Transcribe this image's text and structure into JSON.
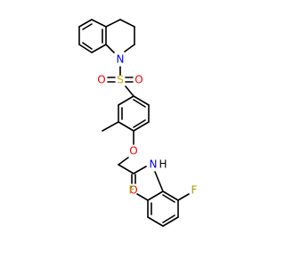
{
  "molecule": {
    "atoms": {
      "n_ring": "N",
      "s": "S",
      "o_s_left": "O",
      "o_s_right": "O",
      "o_ether": "O",
      "o_carbonyl": "O",
      "n_amide": "N",
      "h_amide": "H",
      "f_left": "F",
      "f_right": "F"
    },
    "colors": {
      "bond": "#000000",
      "N": "#0000FF",
      "S": "#D4A800",
      "O": "#FF0000",
      "F": "#A0A000",
      "H": "#000000"
    }
  }
}
